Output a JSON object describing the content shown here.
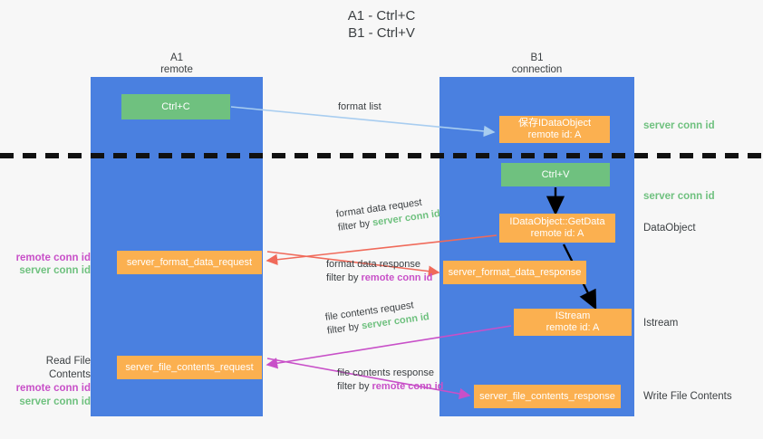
{
  "title": {
    "line1": "A1 - Ctrl+C",
    "line2": "B1 - Ctrl+V"
  },
  "columns": {
    "a1": {
      "name": "A1",
      "subtitle": "remote"
    },
    "b1": {
      "name": "B1",
      "subtitle": "connection"
    }
  },
  "nodes": {
    "ctrl_c": {
      "label": "Ctrl+C",
      "color": "#6fc17f"
    },
    "save_dataobject": {
      "line1": "保存IDataObject",
      "line2": "remote id: A",
      "color": "#fbb050"
    },
    "ctrl_v": {
      "label": "Ctrl+V",
      "color": "#6fc17f"
    },
    "getdata": {
      "line1": "IDataObject::GetData",
      "line2": "remote id: A",
      "color": "#fbb050"
    },
    "server_format_data_request": {
      "label": "server_format_data_request",
      "color": "#fbb050"
    },
    "server_format_data_response": {
      "label": "server_format_data_response",
      "color": "#fbb050"
    },
    "istream": {
      "line1": "IStream",
      "line2": "remote id: A",
      "color": "#fbb050"
    },
    "server_file_contents_request": {
      "label": "server_file_contents_request",
      "color": "#fbb050"
    },
    "server_file_contents_response": {
      "label": "server_file_contents_response",
      "color": "#fbb050"
    }
  },
  "edges": {
    "format_list": {
      "label": "format list"
    },
    "format_data_request": {
      "line1": "format data request",
      "filter_prefix": "filter by ",
      "filter_value": "server conn id"
    },
    "format_data_response": {
      "line1": "format data response",
      "filter_prefix": "filter by ",
      "filter_value": "remote conn id"
    },
    "file_contents_request": {
      "line1": "file contents request",
      "filter_prefix": "filter by ",
      "filter_value": "server conn id"
    },
    "file_contents_response": {
      "line1": "file contents response",
      "filter_prefix": "filter by ",
      "filter_value": "remote conn id"
    }
  },
  "annotations": {
    "server_conn_id_top": "server conn id",
    "server_conn_id_mid": "server conn id",
    "dataobject": "DataObject",
    "istream": "Istream",
    "write_file_contents": "Write File Contents",
    "read_file_contents": "Read File Contents",
    "remote_conn_id": "remote conn id",
    "server_conn_id": "server conn id"
  },
  "colors": {
    "lane": "#4a80e0",
    "green": "#6fc17f",
    "orange": "#fbb050",
    "magenta": "#c850c8",
    "arrow_blue": "#a8cdf0",
    "arrow_red": "#f06a5a",
    "arrow_magenta": "#c850c8",
    "arrow_black": "#000000",
    "background": "#f7f7f7"
  }
}
